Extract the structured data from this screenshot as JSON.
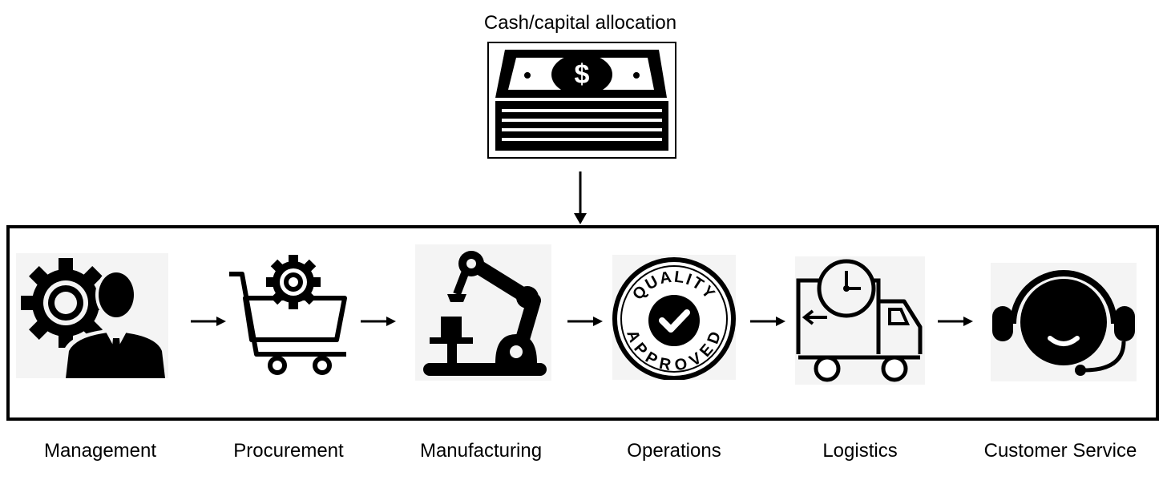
{
  "diagram": {
    "title": "Cash/capital allocation",
    "stages": [
      {
        "label": "Management",
        "icon": "manager-gear-icon"
      },
      {
        "label": "Procurement",
        "icon": "shopping-cart-gear-icon"
      },
      {
        "label": "Manufacturing",
        "icon": "robot-arm-icon"
      },
      {
        "label": "Operations",
        "icon": "quality-approved-badge-icon"
      },
      {
        "label": "Logistics",
        "icon": "delivery-truck-clock-icon"
      },
      {
        "label": "Customer Service",
        "icon": "headset-support-icon"
      }
    ],
    "badge_text": {
      "top": "QUALITY",
      "bottom": "APPROVED"
    },
    "currency_symbol": "$",
    "colors": {
      "ink": "#000000",
      "tile_background": "#f4f4f4"
    }
  }
}
